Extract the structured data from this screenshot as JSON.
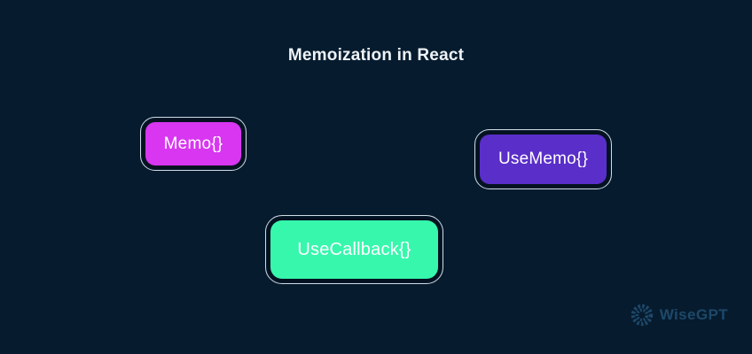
{
  "title": "Memoization in React",
  "nodes": [
    {
      "id": "memo",
      "label": "Memo{}",
      "fill": "#d836f0"
    },
    {
      "id": "usememo",
      "label": "UseMemo{}",
      "fill": "#5a2ec9"
    },
    {
      "id": "usecallback",
      "label": "UseCallback{}",
      "fill": "#37f7ad"
    }
  ],
  "colors": {
    "background": "#061b2e",
    "outline": "#e2ecf4",
    "title_text": "#eef3f7",
    "node_text": "#ffffff",
    "watermark": "#1e4869"
  },
  "watermark": {
    "brand": "WiseGPT"
  }
}
